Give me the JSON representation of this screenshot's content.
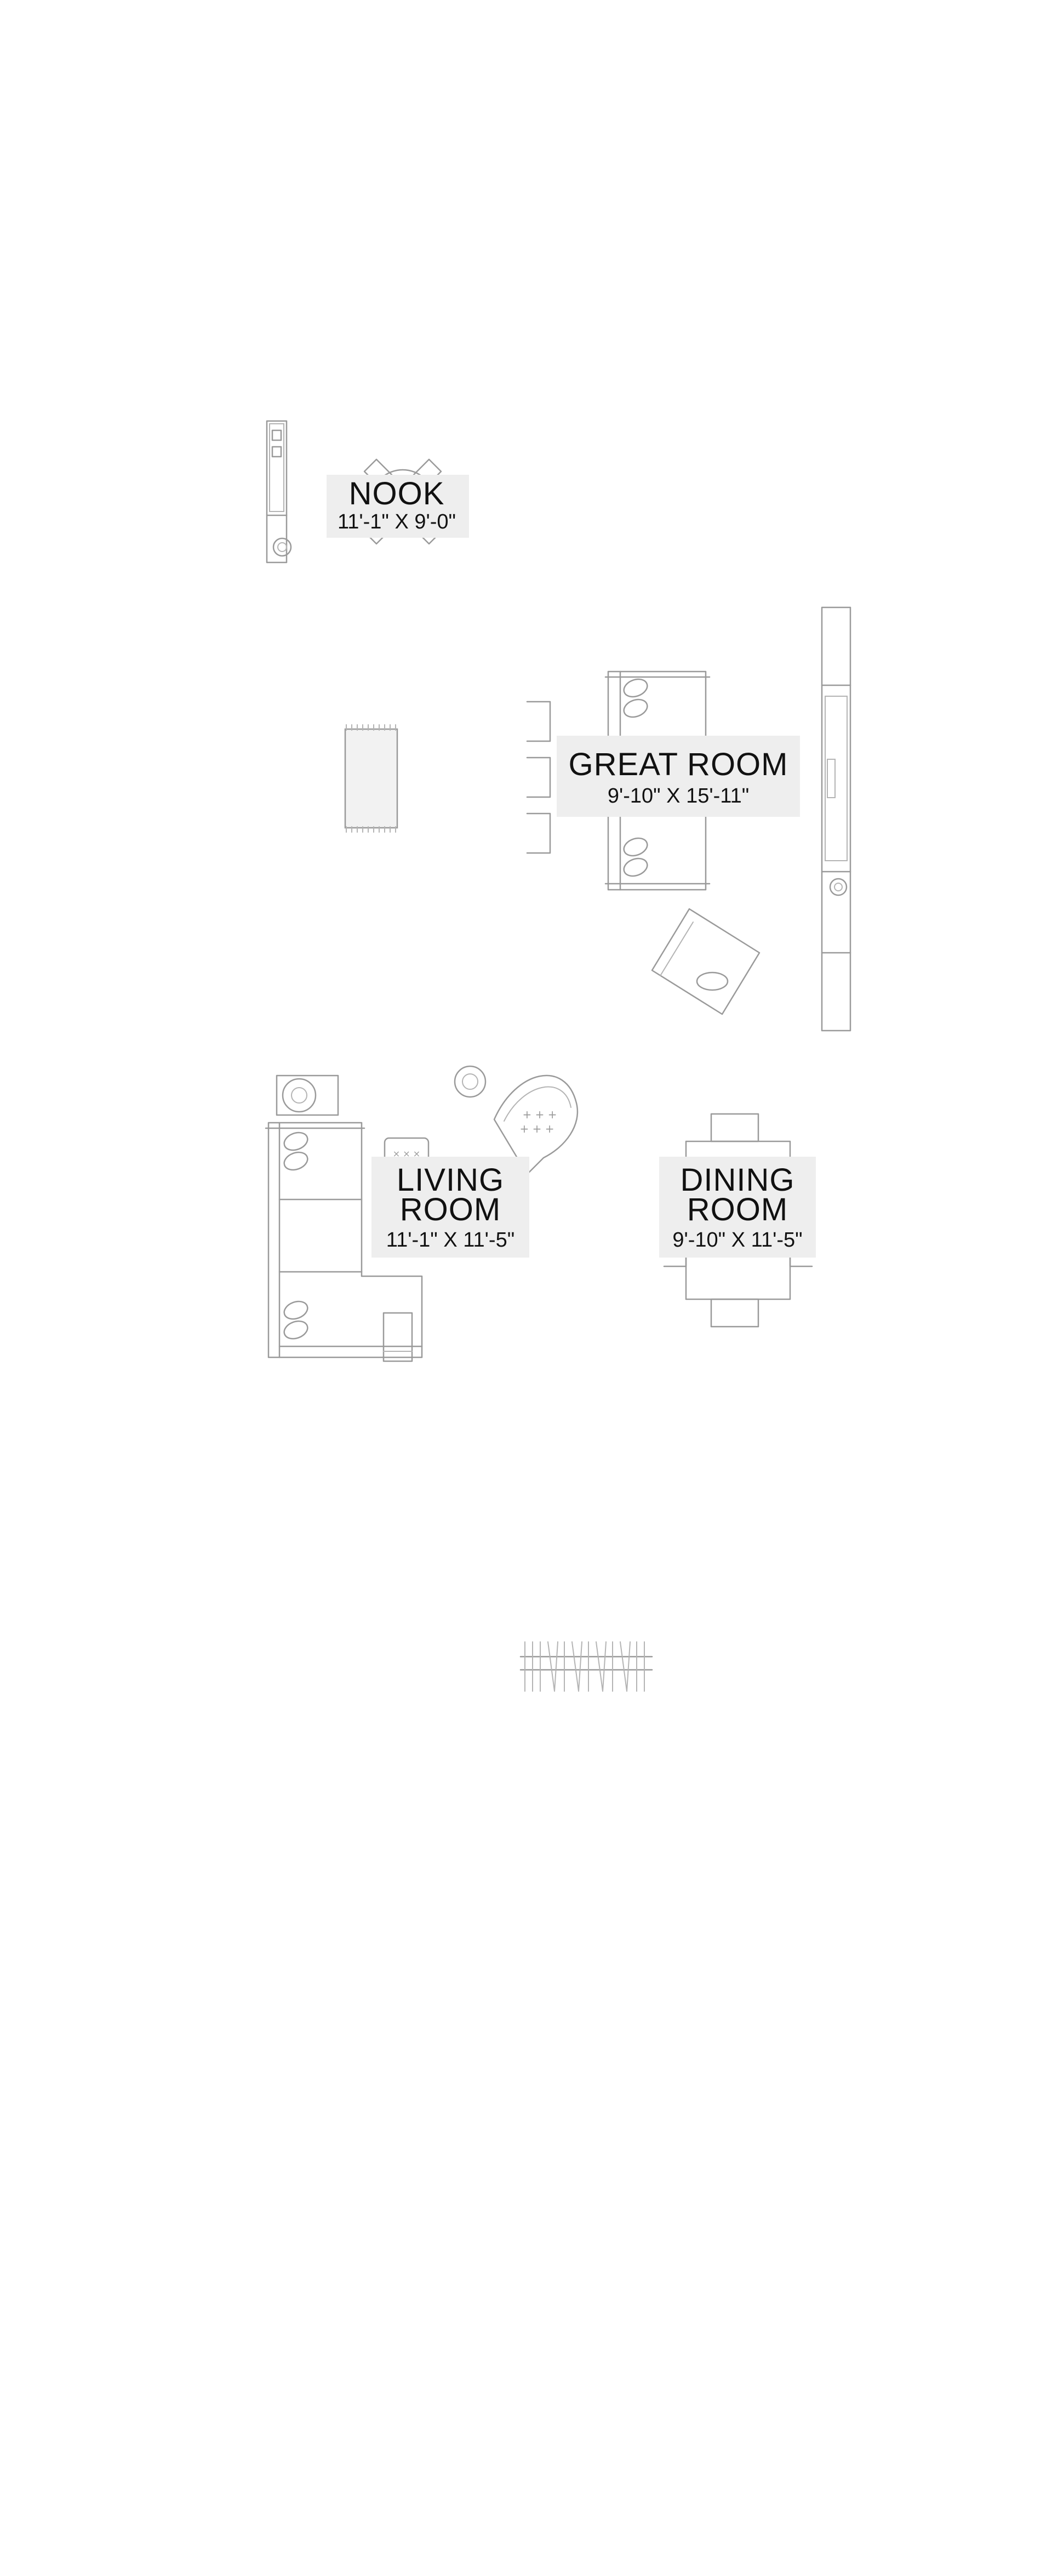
{
  "rooms": {
    "nook": {
      "name": "NOOK",
      "dimensions": "11'-1\" X 9'-0\""
    },
    "great_room": {
      "name": "GREAT ROOM",
      "dimensions": "9'-10\" X 15'-11\""
    },
    "living_room": {
      "name_line1": "LIVING",
      "name_line2": "ROOM",
      "dimensions": "11'-1\" X 11'-5\""
    },
    "dining_room": {
      "name_line1": "DINING",
      "name_line2": "ROOM",
      "dimensions": "9'-10\" X 11'-5\""
    }
  },
  "colors": {
    "linework": "#9a9a9a",
    "label_background": "#eeeeee",
    "text": "#111111"
  }
}
